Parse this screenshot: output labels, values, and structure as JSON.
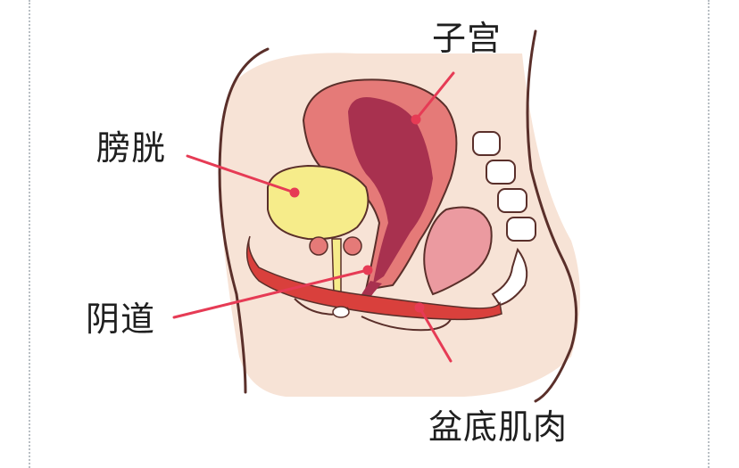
{
  "labels": {
    "uterus": "子宫",
    "bladder": "膀胱",
    "vagina": "阴道",
    "pelvic_floor": "盆底肌肉"
  },
  "colors": {
    "skin": "#f7e3d6",
    "outline": "#5a2f2a",
    "uterus_outer": "#e57a78",
    "uterus_inner": "#a8314f",
    "bladder": "#f6ec8a",
    "rectum": "#eb9aa0",
    "muscle": "#d9403c",
    "spine": "#ffffff",
    "pointer": "#e63b55",
    "frame_border": "#b9bfc4"
  }
}
